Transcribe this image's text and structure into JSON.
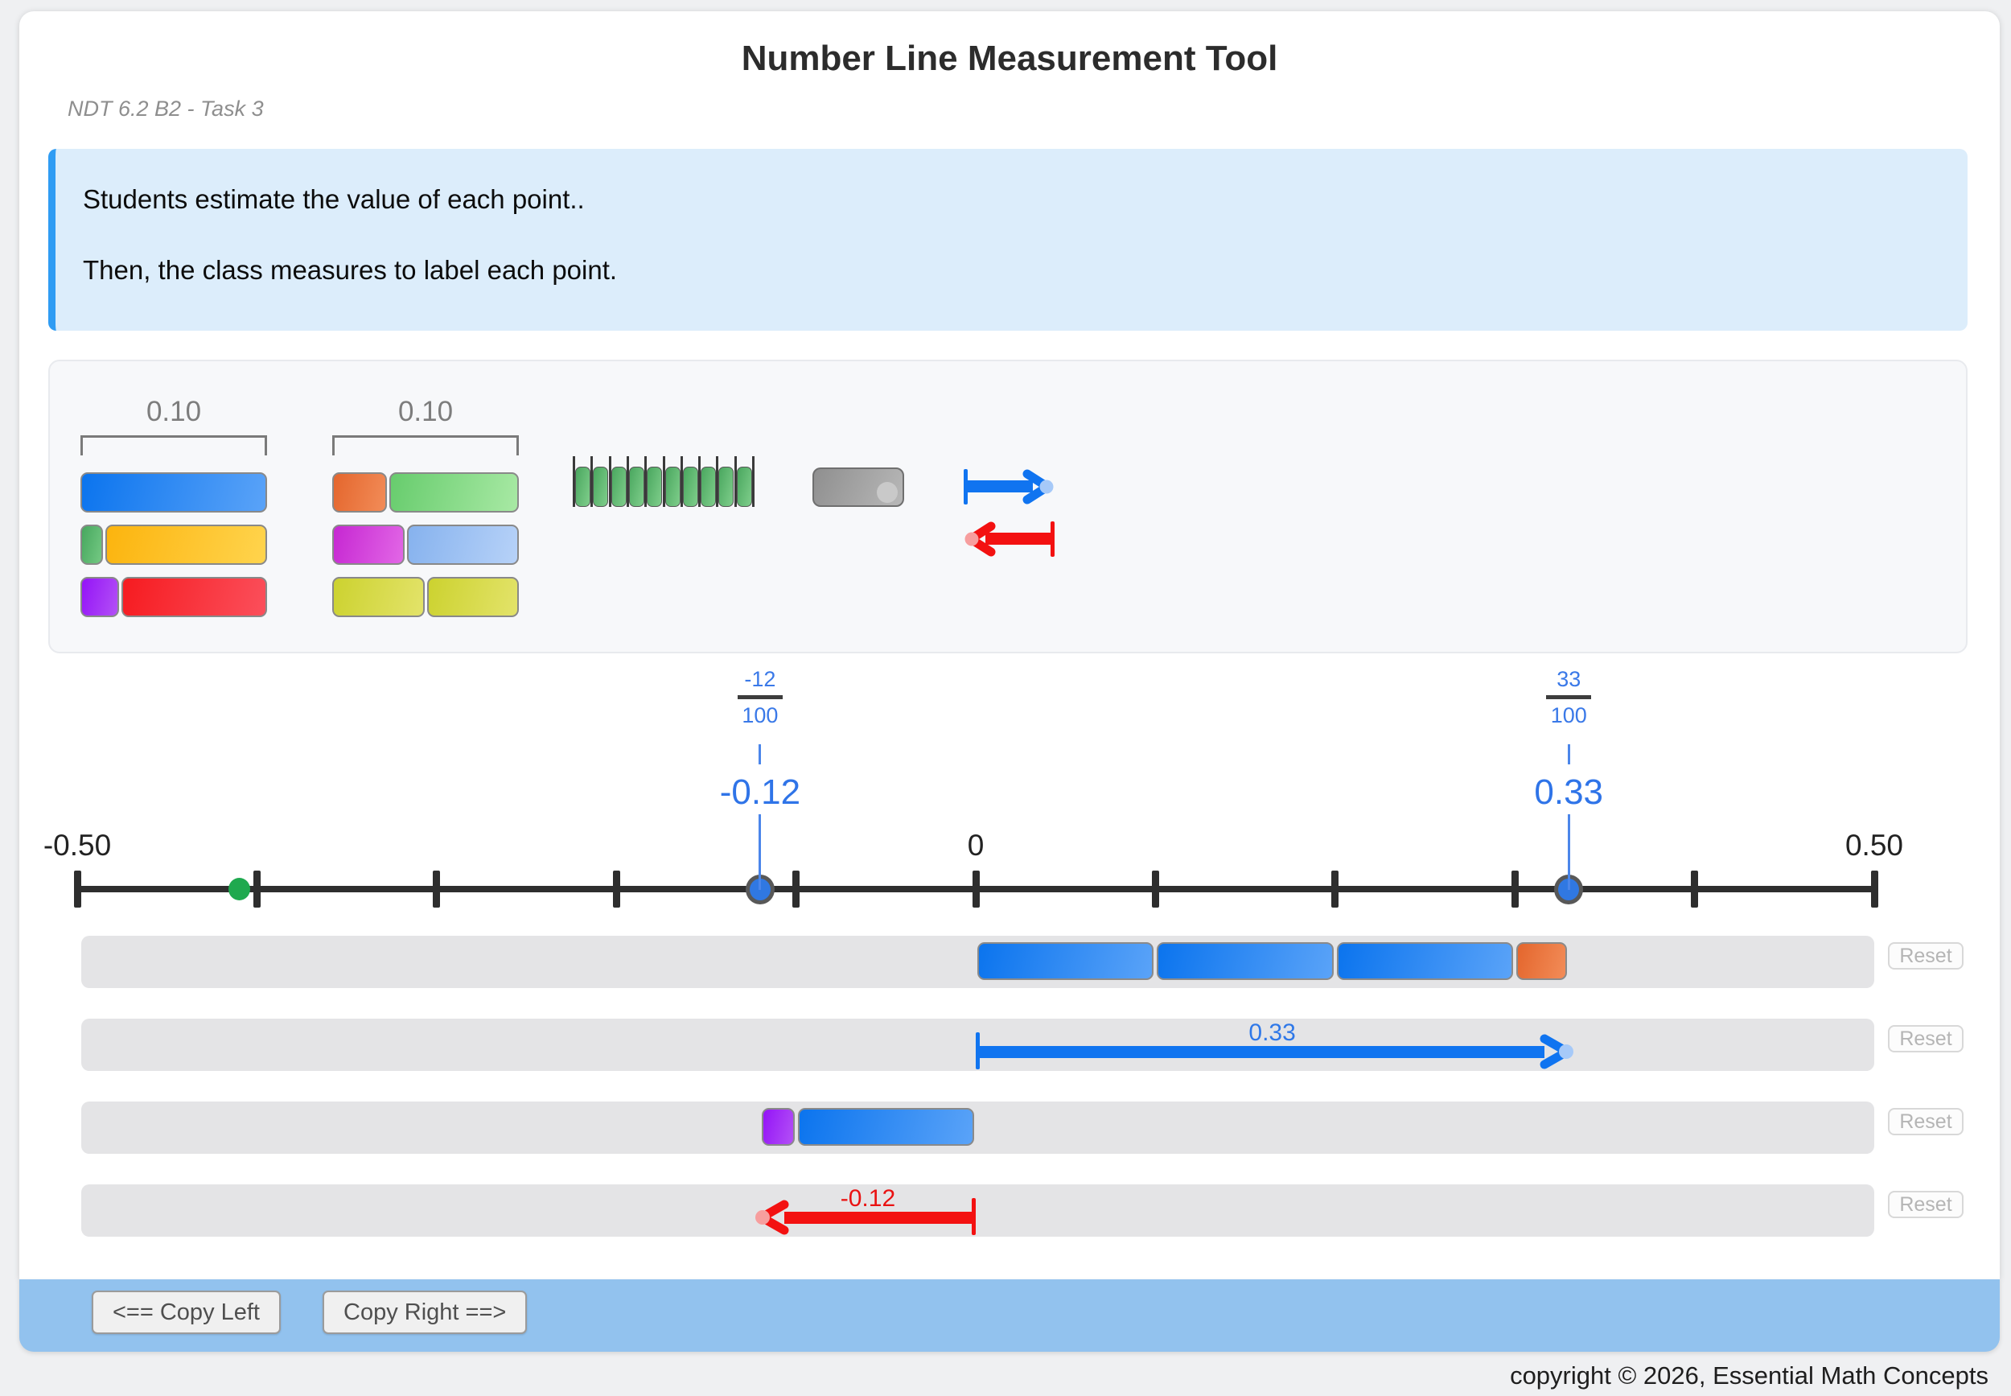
{
  "page": {
    "title": "Number Line Measurement Tool",
    "subtitle": "NDT 6.2 B2 - Task 3",
    "copyright": "copyright © 2026, Essential Math Concepts"
  },
  "instructions": {
    "line1": "Students estimate the value of each point..",
    "line2": "Then, the class measures to label each point."
  },
  "palette": {
    "groups": [
      {
        "label": "0.10",
        "rows": [
          [
            {
              "color": "blue",
              "w": 100
            }
          ],
          [
            {
              "color": "green",
              "w": 11
            },
            {
              "color": "yellow",
              "w": 89
            }
          ],
          [
            {
              "color": "purple",
              "w": 20
            },
            {
              "color": "red",
              "w": 80
            }
          ]
        ]
      },
      {
        "label": "0.10",
        "rows": [
          [
            {
              "color": "orange",
              "w": 29
            },
            {
              "color": "lightgreen",
              "w": 71
            }
          ],
          [
            {
              "color": "magenta",
              "w": 39
            },
            {
              "color": "lightblue",
              "w": 61
            }
          ],
          [
            {
              "color": "yellowgreen",
              "w": 50
            },
            {
              "color": "yellowgreen",
              "w": 50
            }
          ]
        ]
      }
    ],
    "ruler_segments": 10,
    "tools": [
      "tenth-ruler",
      "gray-bar",
      "blue-right-arrow",
      "red-left-arrow"
    ]
  },
  "number_line": {
    "min": -0.5,
    "max": 0.5,
    "step": 0.1,
    "axis_labels": [
      {
        "value": -0.5,
        "text": "-0.50"
      },
      {
        "value": 0,
        "text": "0"
      },
      {
        "value": 0.5,
        "text": "0.50"
      }
    ],
    "points": [
      {
        "value": -0.41,
        "color": "green"
      },
      {
        "value": -0.12,
        "color": "blue"
      },
      {
        "value": 0.33,
        "color": "blue"
      }
    ],
    "annotations": [
      {
        "value": -0.12,
        "numerator": "-12",
        "denominator": "100",
        "decimal": "-0.12"
      },
      {
        "value": 0.33,
        "numerator": "33",
        "denominator": "100",
        "decimal": "0.33"
      }
    ]
  },
  "tracks": [
    {
      "reset": "Reset",
      "items": [
        {
          "type": "bar",
          "from": 0.0,
          "to": 0.1,
          "color": "blue"
        },
        {
          "type": "bar",
          "from": 0.1,
          "to": 0.2,
          "color": "blue"
        },
        {
          "type": "bar",
          "from": 0.2,
          "to": 0.3,
          "color": "blue"
        },
        {
          "type": "bar",
          "from": 0.3,
          "to": 0.33,
          "color": "orange"
        }
      ]
    },
    {
      "reset": "Reset",
      "items": [
        {
          "type": "arrow",
          "from": 0.0,
          "to": 0.33,
          "color": "blue",
          "label": "0.33"
        }
      ]
    },
    {
      "reset": "Reset",
      "items": [
        {
          "type": "bar",
          "from": -0.12,
          "to": -0.1,
          "color": "purple"
        },
        {
          "type": "bar",
          "from": -0.1,
          "to": 0.0,
          "color": "blue"
        }
      ]
    },
    {
      "reset": "Reset",
      "items": [
        {
          "type": "arrow",
          "from": 0.0,
          "to": -0.12,
          "color": "red",
          "label": "-0.12"
        }
      ]
    }
  ],
  "footer": {
    "copy_left": "<== Copy Left",
    "copy_right": "Copy Right ==>"
  }
}
